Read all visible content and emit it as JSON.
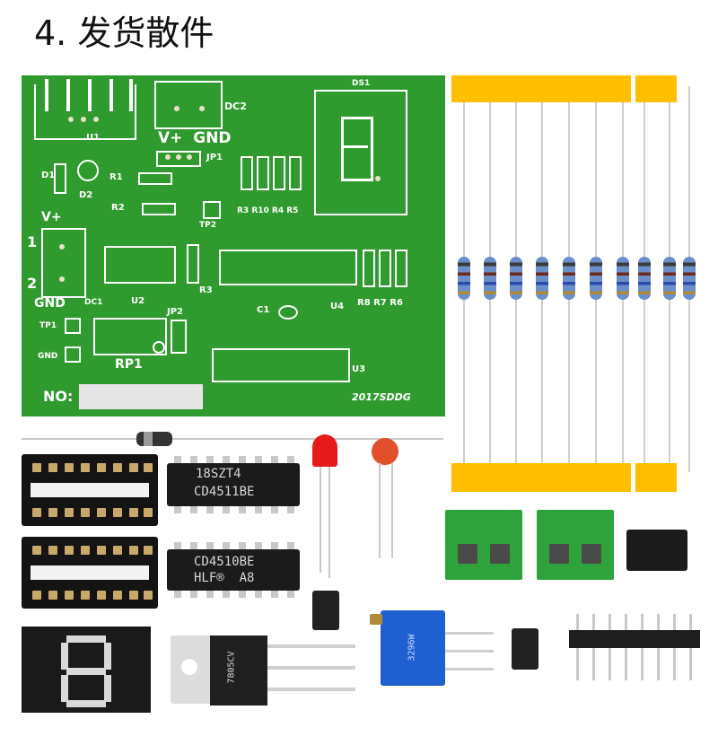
{
  "title": "4. 发货散件",
  "pcb": {
    "labels": {
      "u1": "U1",
      "dc2": "DC2",
      "vplus_gnd_top": "V+  GND",
      "jp1": "JP1",
      "ds1": "DS1",
      "d1": "D1",
      "d2": "D2",
      "r1": "R1",
      "r2": "R2",
      "tp2": "TP2",
      "r3_r10_r4_r5": "R3 R10 R4 R5",
      "vplus_left": "V+",
      "pin1": "1",
      "pin2": "2",
      "gnd_left": "GND",
      "dc1": "DC1",
      "u2": "U2",
      "r3": "R3",
      "u4": "U4",
      "r8_r7_r6": "R8 R7 R6",
      "c1": "C1",
      "jp2": "JP2",
      "tp1": "TP1",
      "gnd_small": "GND",
      "rp1": "RP1",
      "u3": "U3",
      "no": "NO:",
      "code": "2017SDDG"
    }
  },
  "chips": {
    "cd4511": {
      "line1": "18SZT4",
      "line2": "CD4511BE"
    },
    "cd4510": {
      "line1": "CD4510BE",
      "line2": "HLF®  A8"
    }
  },
  "regulator": {
    "text": "7805CV"
  },
  "trimmer": {
    "text": "3296W"
  },
  "colors": {
    "pcb": "#2f9b2f",
    "tape": "#ffbf00",
    "terminal": "#2ea33b",
    "led": "#e61a1a",
    "capacitor": "#e0502a",
    "trimmer": "#1f5fd0"
  }
}
